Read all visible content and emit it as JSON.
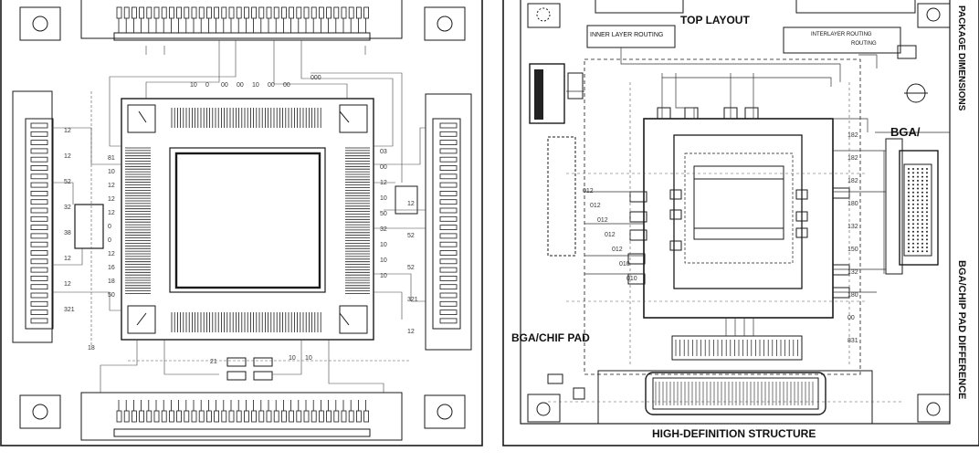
{
  "labels": {
    "top_layout": "TOP LAYOUT",
    "inner_layer_routing": "INNER LAYER ROUTING",
    "interlayer_routing_line1": "INTERLAYER ROUTING",
    "interlayer_routing_line2": "ROUTING",
    "package_dimensions": "PACKAGE DIMENSIONS",
    "bga": "BGA/",
    "bga_chip_pad_difference": "BGA/CHIP PAD DIFFERENCE",
    "bga_chif_pad": "BGA/CHIF PAD",
    "high_definition_structure": "HIGH-DEFINITION STRUCTURE"
  },
  "pin_labels_left_board": {
    "top_row": [
      "10",
      "0",
      "00",
      "00",
      "10",
      "00",
      "00"
    ],
    "top_right": "000",
    "right_col": [
      "03",
      "00",
      "12",
      "10",
      "50",
      "32",
      "10",
      "10",
      "10"
    ],
    "left_col": [
      "81",
      "10",
      "12",
      "12",
      "12",
      "0",
      "0",
      "12",
      "16",
      "18",
      "50"
    ],
    "far_left": [
      "12",
      "12",
      "52",
      "32",
      "38",
      "12",
      "12",
      "321"
    ],
    "bottom": [
      "21",
      "10",
      "10",
      "18"
    ],
    "side_right": [
      "12",
      "52",
      "52",
      "321",
      "12"
    ]
  },
  "pin_labels_right_board": {
    "left_items": [
      "012",
      "012",
      "012",
      "012",
      "012",
      "010",
      "010"
    ],
    "right_items": [
      "182",
      "182",
      "182",
      "180",
      "132",
      "150",
      "132",
      "180",
      "00",
      "831"
    ]
  }
}
